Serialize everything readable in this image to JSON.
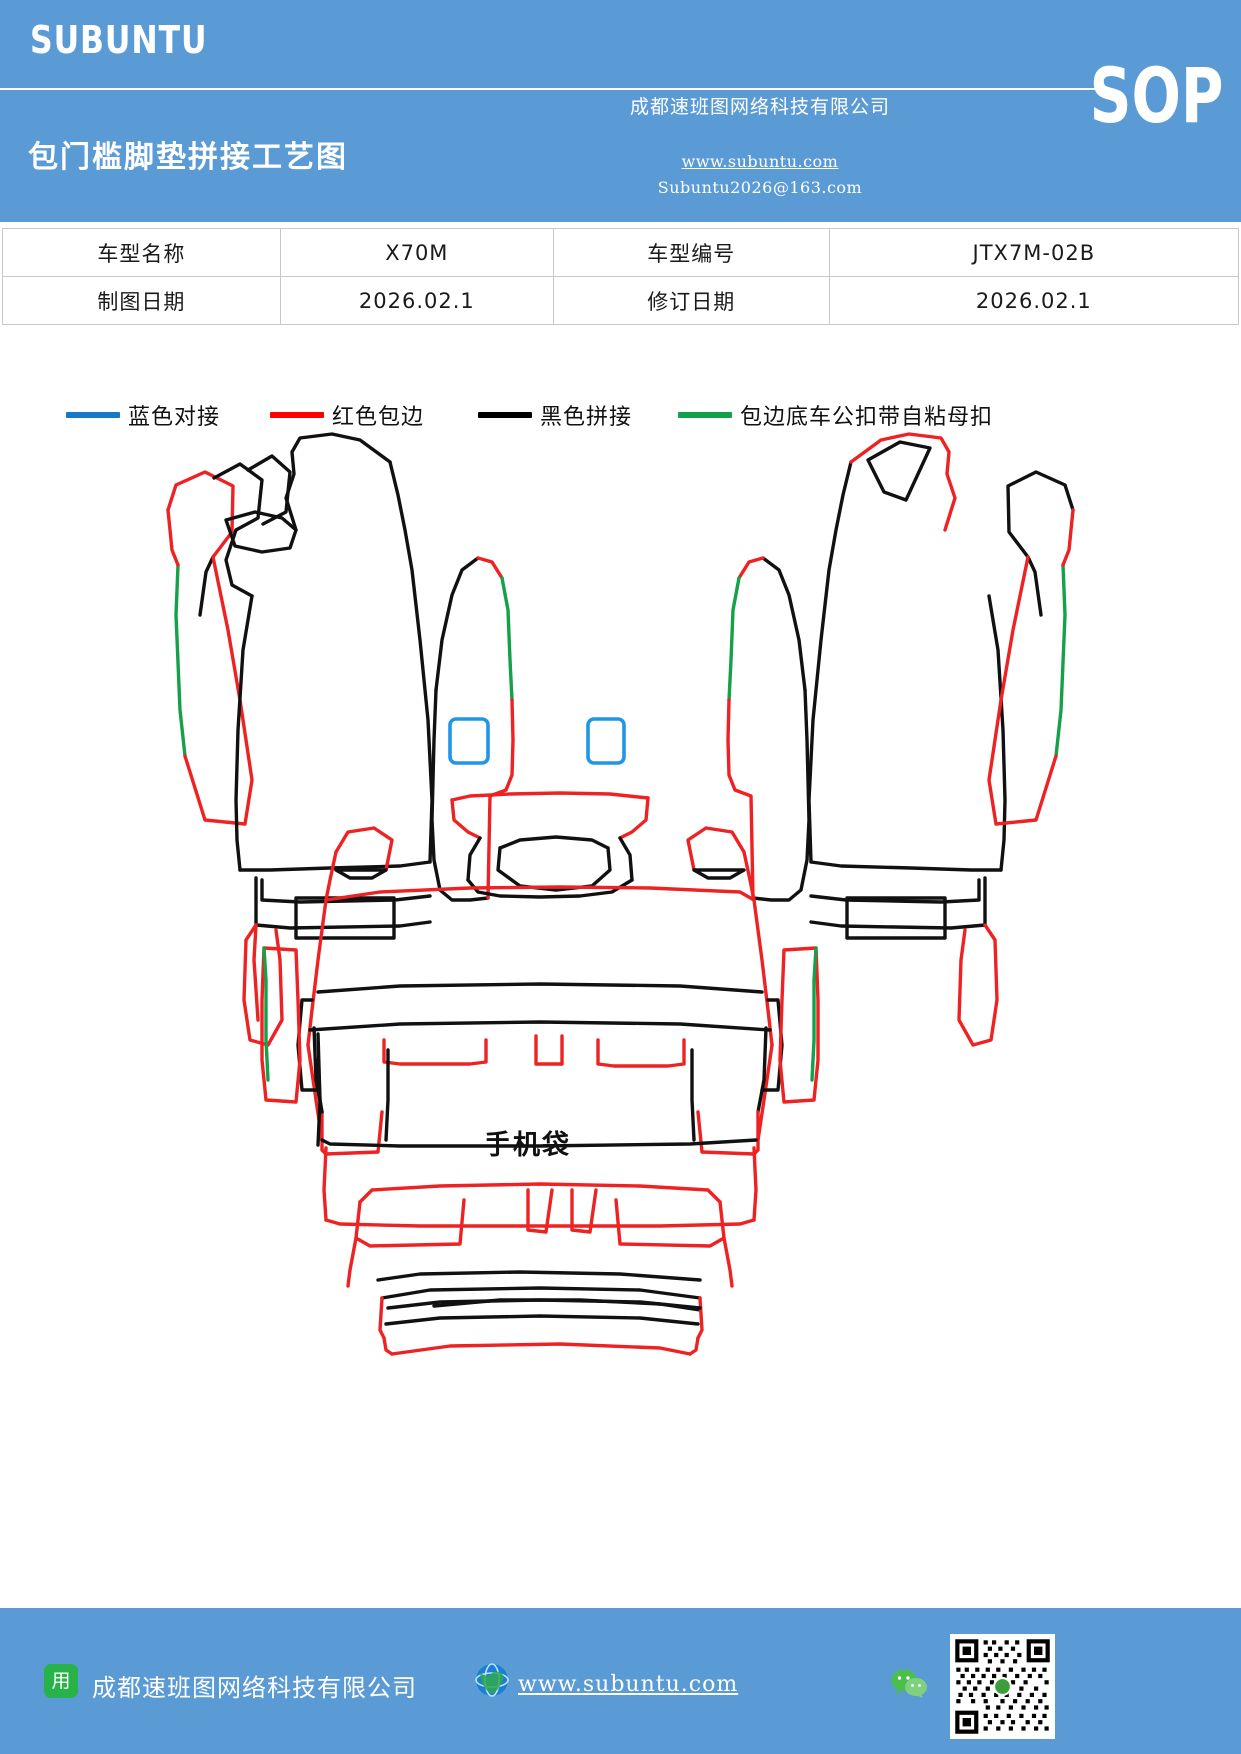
{
  "header": {
    "brand": "SUBUNTU",
    "doc_title": "包门槛脚垫拼接工艺图",
    "company": "成都速班图网络科技有限公司",
    "sop": "SOP",
    "website": "www.subuntu.com",
    "email": "Subuntu2026@163.com",
    "bg_color": "#5b9bd5"
  },
  "info_table": {
    "rows": [
      {
        "label1": "车型名称",
        "value1": "X70M",
        "label2": "车型编号",
        "value2": "JTX7M-02B"
      },
      {
        "label1": "制图日期",
        "value1": "2026.02.1",
        "label2": "修订日期",
        "value2": "2026.02.1"
      }
    ]
  },
  "legend": {
    "items": [
      {
        "label": "蓝色对接",
        "color": "#1878c8"
      },
      {
        "label": "红色包边",
        "color": "#fe0000"
      },
      {
        "label": "黑色拼接",
        "color": "#000000"
      },
      {
        "label": "包边底车公扣带自粘母扣",
        "color": "#13a04a"
      }
    ]
  },
  "diagram": {
    "phone_pocket_label": "手机袋",
    "stroke_colors": {
      "black": "#111111",
      "red": "#ee2222",
      "green": "#15a04a",
      "blue": "#2196e8"
    }
  },
  "footer": {
    "company": "成都速班图网络科技有限公司",
    "website": "www.subuntu.com",
    "app_icon_glyph": "用",
    "icons": [
      "app-icon",
      "globe-icon",
      "wechat-icon",
      "qr-code"
    ]
  }
}
